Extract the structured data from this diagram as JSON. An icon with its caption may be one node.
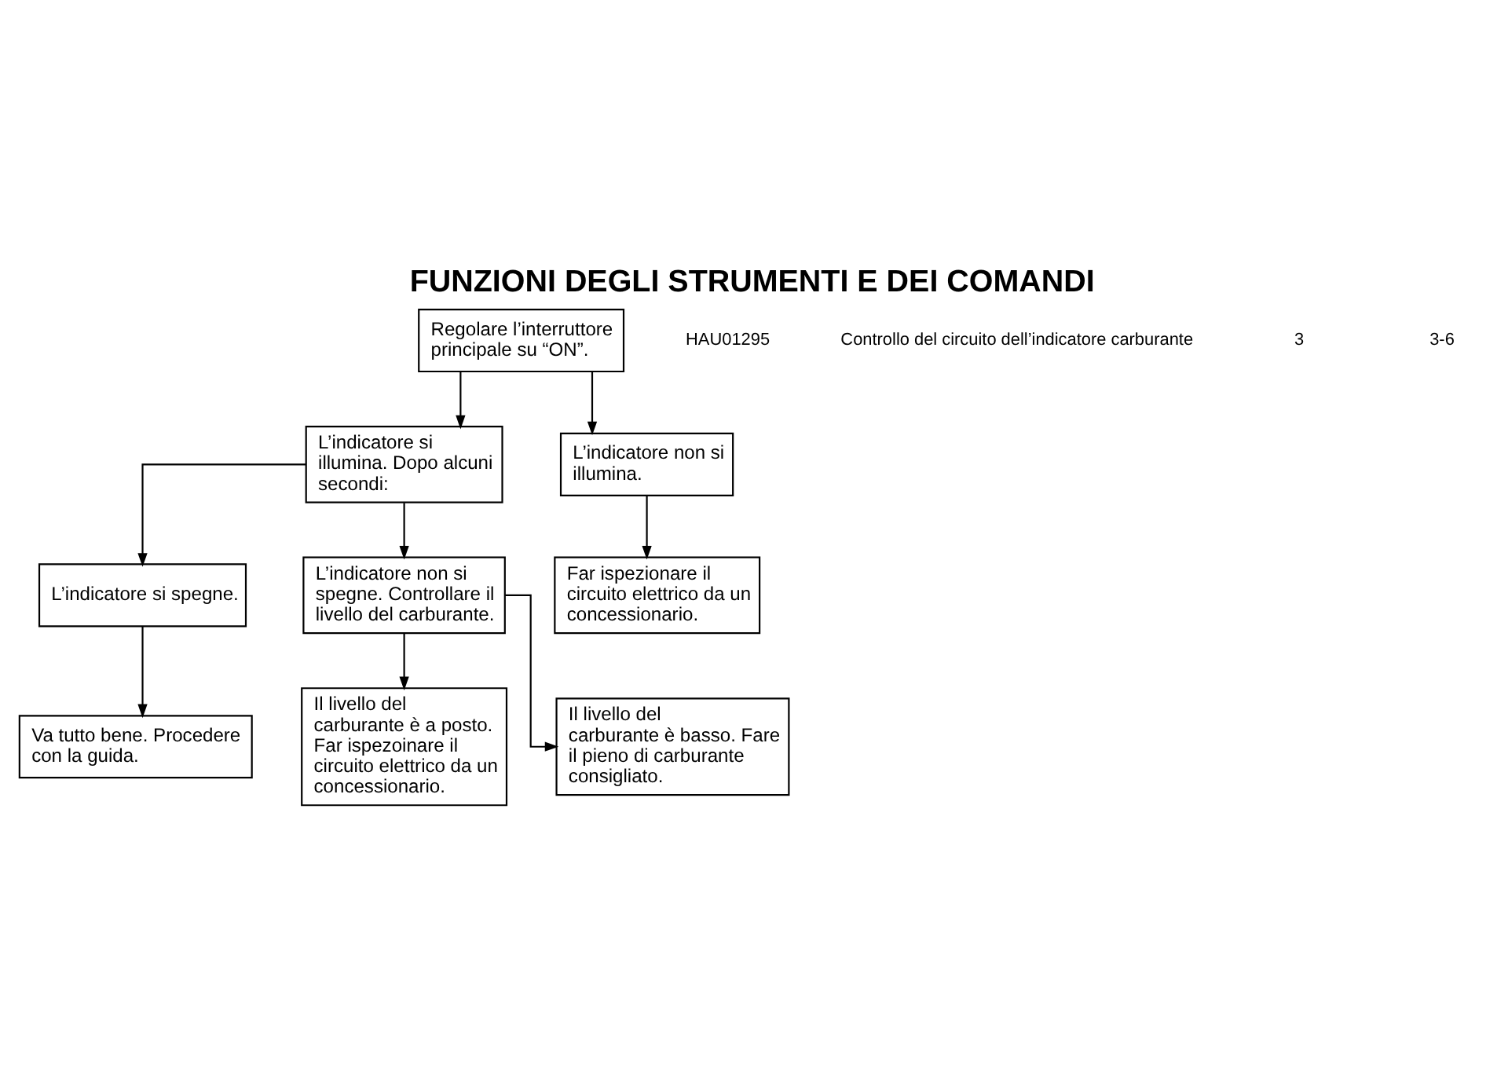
{
  "diagram": {
    "title": "FUNZIONI DEGLI STRUMENTI E DEI COMANDI",
    "nodes": [
      {
        "text": [
          "Regolare l’interruttore principale su “ON”."
        ]
      },
      {
        "text": [
          "L’indicatore si illumina. Dopo alcuni secondi:"
        ]
      },
      {
        "text": [
          "L’indicatore non si illumina."
        ]
      },
      {
        "text": [
          "L’indicatore si spegne."
        ]
      },
      {
        "text": [
          "L’indicatore non si spegne. Controllare il livello del carburante."
        ]
      },
      {
        "text": [
          "Far ispezionare il circuito elettrico da un concessionario."
        ]
      },
      {
        "text": [
          "Va tutto bene. Procedere con la guida."
        ]
      },
      {
        "text": [
          "Il livello del carburante è a posto. Far ispezoinare il circuito elettrico da un concessionario."
        ]
      },
      {
        "text": [
          "Il livello del carburante è basso. Fare il pieno di carburante consigliato."
        ]
      }
    ],
    "edges": [
      {
        "from": 0,
        "to": 1,
        "arrow": "to"
      },
      {
        "from": 0,
        "to": 2,
        "arrow": "to"
      },
      {
        "from": 1,
        "to": 3,
        "arrow": "to"
      },
      {
        "from": 1,
        "to": 4,
        "arrow": "to"
      },
      {
        "from": 2,
        "to": 5,
        "arrow": "to"
      },
      {
        "from": 3,
        "to": 6,
        "arrow": "to"
      },
      {
        "from": 4,
        "to": 7,
        "arrow": "to"
      },
      {
        "from": 4,
        "to": 8,
        "arrow": "to"
      }
    ],
    "labels": [
      "HAU01295",
      "Controllo del circuito dell’indicatore carburante",
      "3",
      "3-6"
    ]
  }
}
